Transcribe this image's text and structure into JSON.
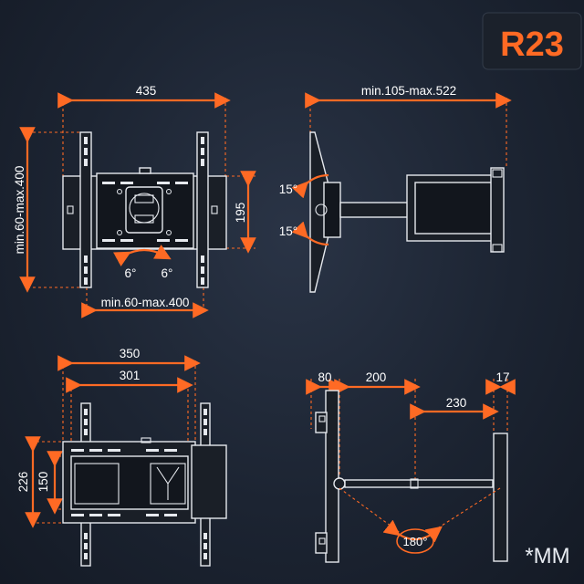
{
  "badge": {
    "model": "R23",
    "color": "#ff6a24"
  },
  "units": {
    "label": "*MM"
  },
  "colors": {
    "accent": "#ff6a24",
    "line": "#e6e9ee",
    "background": "#1c2432"
  },
  "front_view": {
    "width_top": "435",
    "height_left": "min.60-max.400",
    "plate_height": "195",
    "width_bottom": "min.60-max.400",
    "tilt_left": "6°",
    "tilt_right": "6°"
  },
  "side_view": {
    "extension": "min.105-max.522",
    "tilt_up": "15°",
    "tilt_down": "15°"
  },
  "rear_view": {
    "outer_width": "350",
    "inner_width": "301",
    "outer_height": "226",
    "inner_height": "150"
  },
  "top_view": {
    "offset": "80",
    "arm_length": "200",
    "second_arm": "230",
    "plate_depth": "17",
    "swivel": "180°"
  }
}
